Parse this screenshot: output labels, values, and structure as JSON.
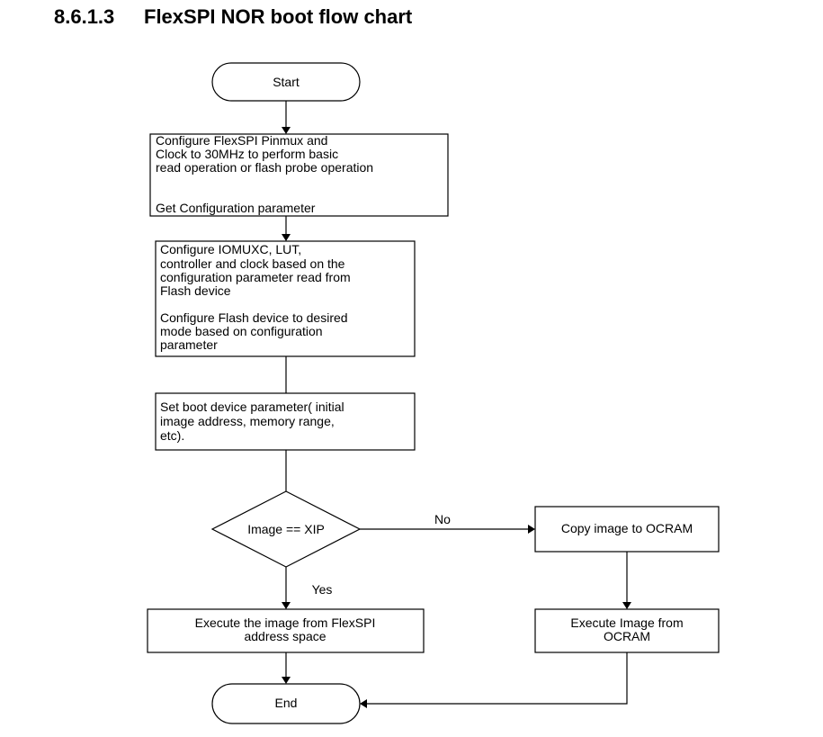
{
  "heading": {
    "number": "8.6.1.3",
    "title": "FlexSPI NOR boot flow chart"
  },
  "flowchart": {
    "start": "Start",
    "step1": [
      "Configure FlexSPI Pinmux and",
      "Clock to 30MHz to perform basic",
      "read operation or flash probe operation",
      "",
      "Get Configuration parameter"
    ],
    "step2": [
      "Configure IOMUXC, LUT,",
      "controller and clock based on the",
      "configuration parameter read from",
      "Flash device",
      "",
      "Configure Flash device to desired",
      "mode based on configuration",
      "parameter"
    ],
    "step3": [
      "Set boot device parameter( initial",
      "image address, memory range,",
      "etc)."
    ],
    "decision": "Image == XIP",
    "label_no": "No",
    "label_yes": "Yes",
    "copy": "Copy image to OCRAM",
    "exec_flexspi": [
      "Execute the image from FlexSPI",
      "address space"
    ],
    "exec_ocram": [
      "Execute Image from",
      "OCRAM"
    ],
    "end": "End"
  }
}
